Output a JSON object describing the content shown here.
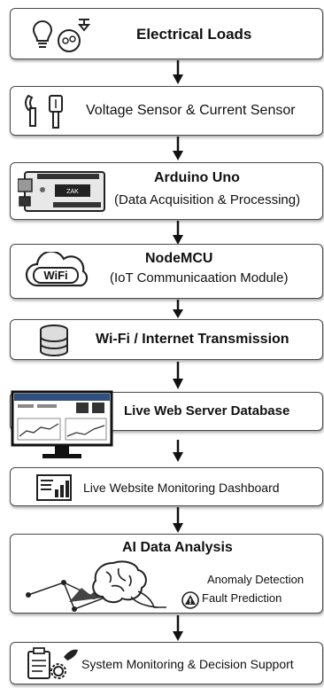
{
  "nodes": {
    "loads": {
      "title": "Electrical Loads"
    },
    "sensors": {
      "title": "Voltage Sensor & Current Sensor"
    },
    "arduino": {
      "title": "Arduino Uno",
      "subtitle": "(Data Acquisition & Processing)",
      "board_label": "ZAK"
    },
    "nodemcu": {
      "title": "NodeMCU",
      "subtitle": "(IoT Communicaation Module)",
      "wifi_label": "WiFi"
    },
    "transmission": {
      "title": "Wi-Fi / Internet Transmission"
    },
    "server": {
      "title": "Live Web Server Database"
    },
    "dashboard": {
      "title": "Live Website Monitoring Dashboard"
    },
    "ai": {
      "title": "AI Data Analysis",
      "items": [
        "Anomaly Detection",
        "Fault Prediction"
      ]
    },
    "decision": {
      "title": "System Monitoring & Decision Support"
    }
  },
  "colors": {
    "border": "#4a4a4a",
    "text": "#111111",
    "accent_blue": "#3a5fa8"
  }
}
